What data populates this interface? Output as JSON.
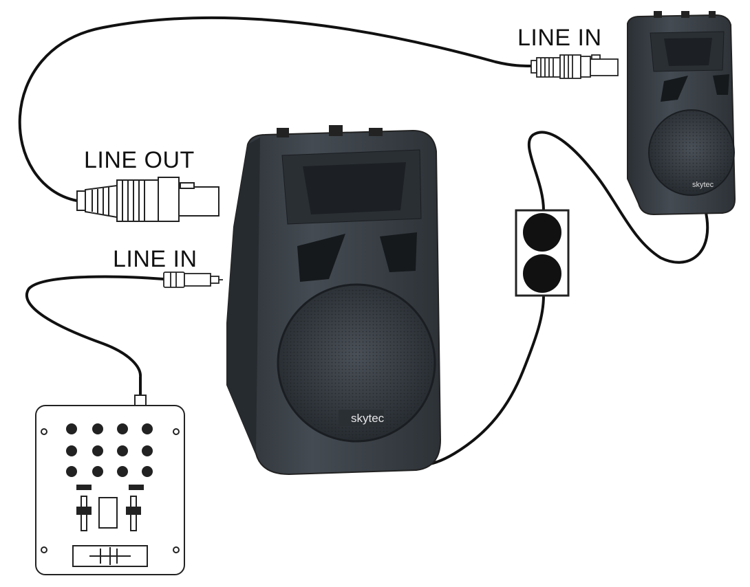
{
  "labels": {
    "line_in_top": "LINE IN",
    "line_out": "LINE OUT",
    "line_in_mid": "LINE IN"
  },
  "brand": {
    "main_speaker": "skytec",
    "small_speaker": "skytec"
  },
  "colors": {
    "speaker_body": "#3b4249",
    "speaker_dark": "#1f2429",
    "cable": "#111111",
    "outline": "#222222"
  },
  "icons": {
    "speaker": "speaker-icon",
    "mixer": "mixer-icon",
    "outlet": "power-outlet-icon",
    "xlr_male": "xlr-connector-icon",
    "rca": "rca-connector-icon"
  }
}
